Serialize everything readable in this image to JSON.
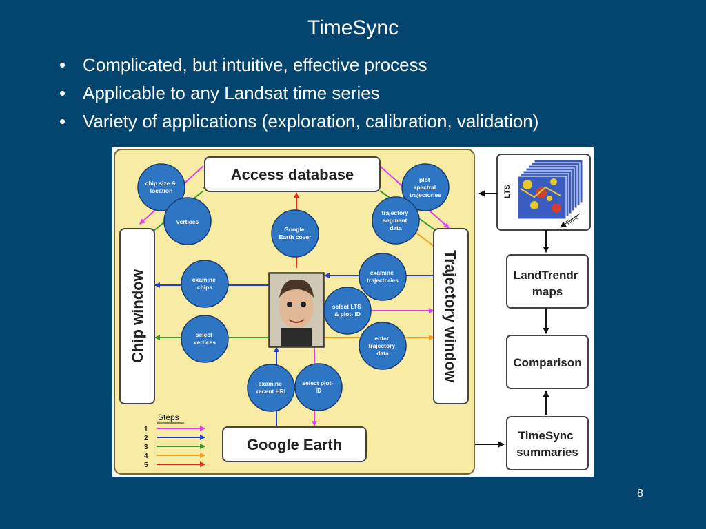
{
  "slide": {
    "title": "TimeSync",
    "bullets": [
      "Complicated, but intuitive, effective process",
      "Applicable to any Landsat time series",
      "Variety of applications (exploration, calibration, validation)"
    ],
    "page_number": "8"
  },
  "diagram": {
    "boxes": {
      "access_database": "Access database",
      "chip_window": "Chip window",
      "trajectory_window": "Trajectory window",
      "google_earth": "Google Earth"
    },
    "circles": {
      "chip_size_location": [
        "chip size &",
        "location"
      ],
      "vertices": [
        "vertices"
      ],
      "google_earth_cover": [
        "Google",
        "Earth cover"
      ],
      "plot_spectral_trajectories": [
        "plot",
        "spectral",
        "trajectories"
      ],
      "trajectory_segment_data": [
        "trajectory",
        "segment",
        "data"
      ],
      "examine_chips": [
        "examine",
        "chips"
      ],
      "examine_trajectories": [
        "examine",
        "trajectories"
      ],
      "select_lts_plot_id": [
        "select LTS",
        "& plot- ID"
      ],
      "select_vertices": [
        "select",
        "vertices"
      ],
      "enter_trajectory_data": [
        "enter",
        "trajectory",
        "data"
      ],
      "examine_recent_hri": [
        "examine",
        "recent HRI"
      ],
      "select_plot_id": [
        "select plot-",
        "ID"
      ]
    },
    "legend": {
      "title": "Steps",
      "steps": [
        {
          "label": "1",
          "color": "#e040e8"
        },
        {
          "label": "2",
          "color": "#1f3fd6"
        },
        {
          "label": "3",
          "color": "#3a9a2a"
        },
        {
          "label": "4",
          "color": "#f0a020"
        },
        {
          "label": "5",
          "color": "#e03020"
        }
      ]
    },
    "side_flow": {
      "lts_label": "LTS",
      "time_label": "Time",
      "landtrendr_maps": [
        "LandTrendr",
        "maps"
      ],
      "comparison": "Comparison",
      "timesync_summaries": [
        "TimeSync",
        "summaries"
      ]
    },
    "colors": {
      "panel_fill": "#f8eba4",
      "panel_border": "#7a6a3a",
      "circle_fill": "#2e76c4",
      "circle_stroke": "#1a3c6e"
    }
  }
}
